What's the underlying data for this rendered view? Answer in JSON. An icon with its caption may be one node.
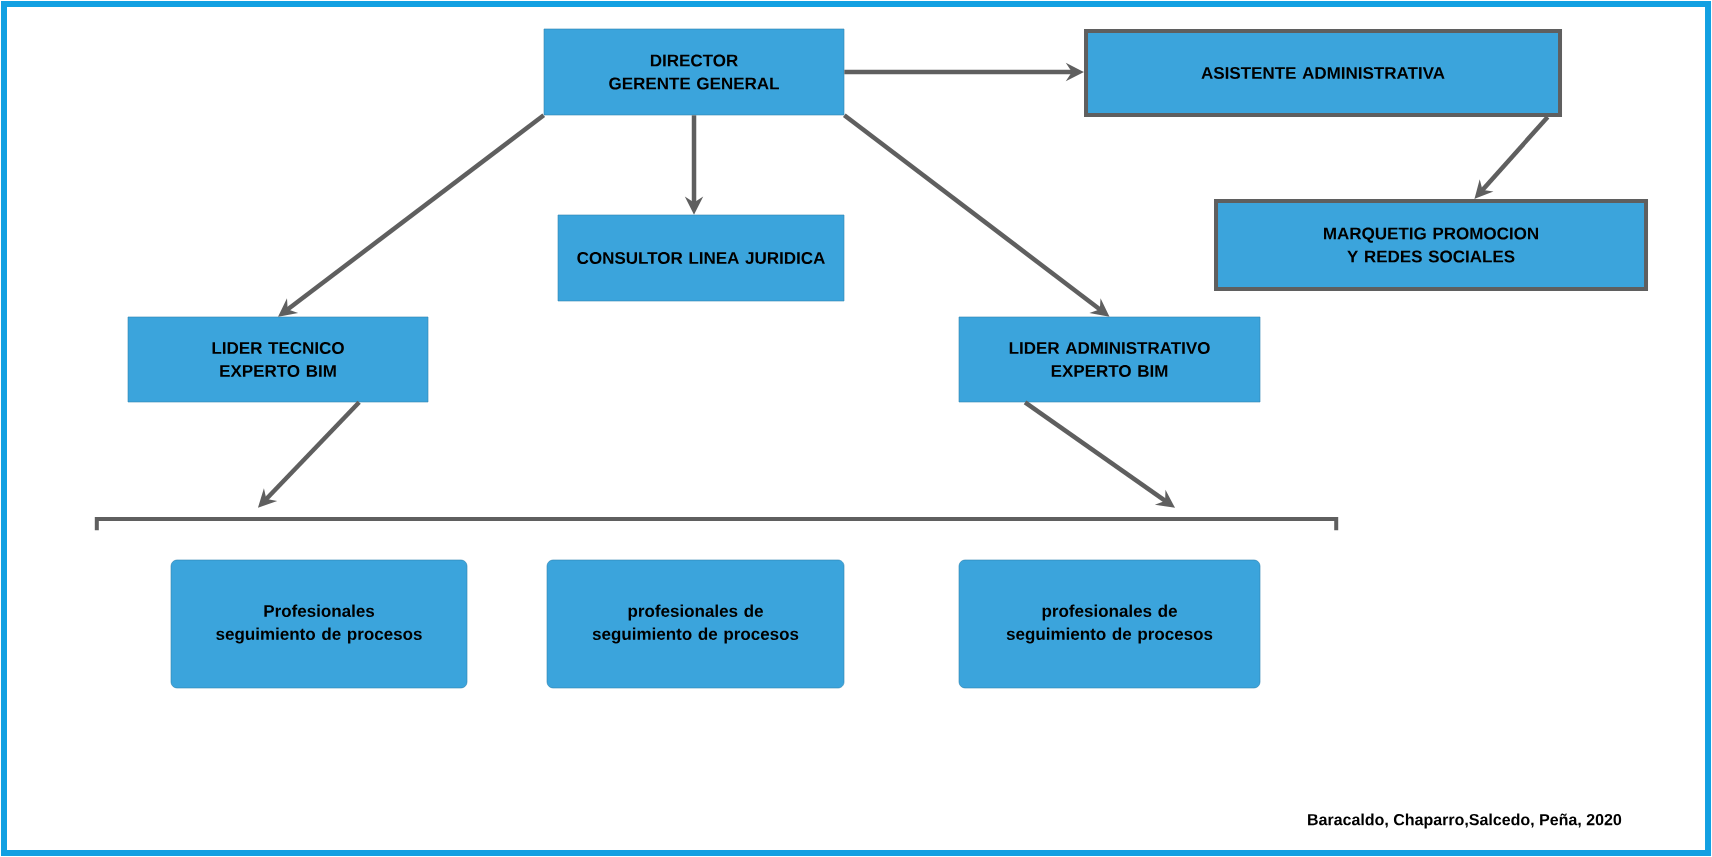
{
  "diagram": {
    "caption": "Baracaldo, Chaparro,Salcedo, Peña, 2020",
    "nodes": [
      {
        "text": [
          "DIRECTOR GERENTE GENERAL"
        ]
      },
      {
        "text": [
          "ASISTENTE ADMINISTRATIVA"
        ]
      },
      {
        "text": [
          "CONSULTOR LINEA JURIDICA"
        ]
      },
      {
        "text": [
          "MARQUETIG PROMOCION Y REDES SOCIALES"
        ]
      },
      {
        "text": [
          "LIDER TECNICO EXPERTO BIM"
        ]
      },
      {
        "text": [
          "LIDER ADMINISTRATIVO EXPERTO BIM"
        ]
      },
      {
        "text": [],
        "shape": "bar"
      },
      {
        "text": [
          "Profesionales seguimiento de procesos"
        ]
      },
      {
        "text": [
          "profesionales de seguimiento de procesos"
        ]
      },
      {
        "text": [
          "profesionales de seguimiento de procesos"
        ]
      }
    ],
    "edges": [
      {
        "from": 0,
        "to": 1,
        "arrow": "to"
      },
      {
        "from": 0,
        "to": 2,
        "arrow": "to"
      },
      {
        "from": 0,
        "to": 4,
        "arrow": "to"
      },
      {
        "from": 0,
        "to": 5,
        "arrow": "to"
      },
      {
        "from": 1,
        "to": 3,
        "arrow": "to"
      },
      {
        "from": 4,
        "to": 6,
        "arrow": "to"
      },
      {
        "from": 5,
        "to": 6,
        "arrow": "to"
      }
    ]
  }
}
